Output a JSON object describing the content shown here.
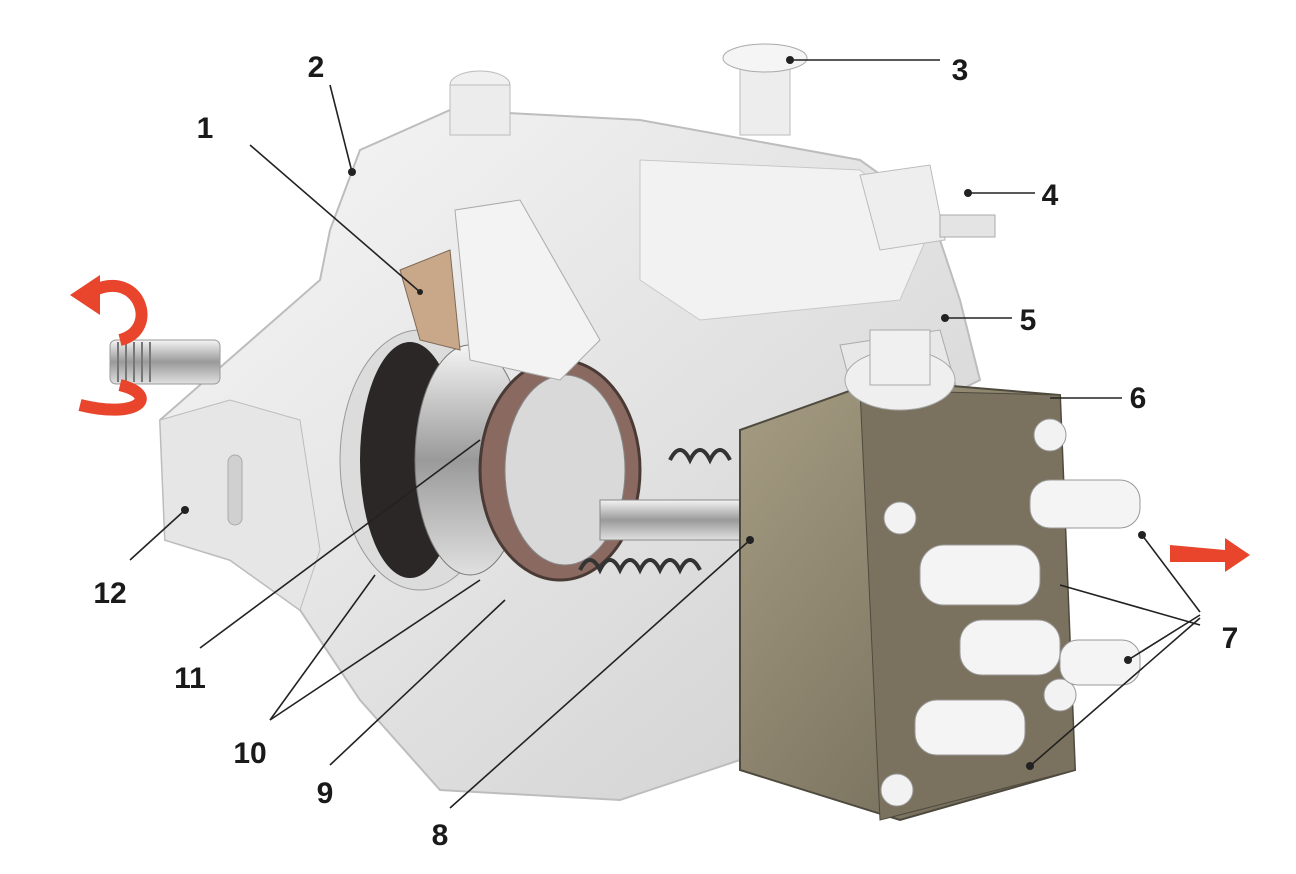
{
  "diagram": {
    "type": "cutaway technical illustration",
    "labels": [
      "1",
      "2",
      "3",
      "4",
      "5",
      "6",
      "7",
      "8",
      "9",
      "10",
      "11",
      "12"
    ],
    "colors": {
      "housing": "#ececec",
      "housing_shade": "#c9c9c9",
      "end_plate": "#8e8670",
      "ring_dark": "#2b2726",
      "arrow": "#e8452c"
    }
  }
}
